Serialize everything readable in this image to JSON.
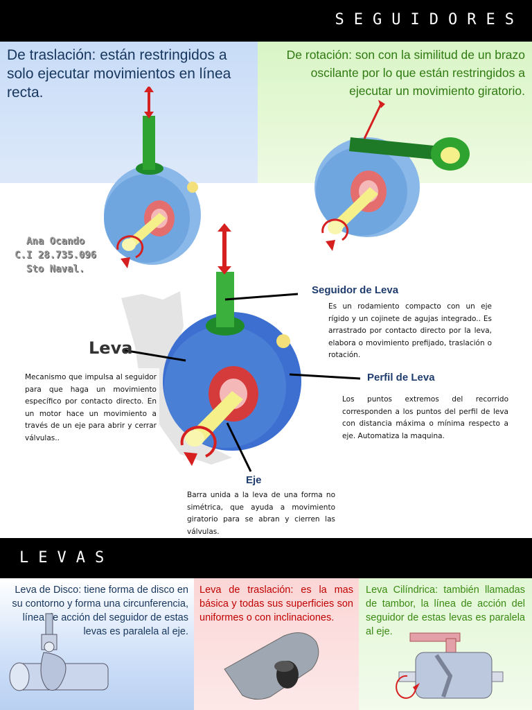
{
  "header": {
    "title": "SEGUIDORES"
  },
  "traslacion": {
    "text": "De traslación: están restringidos a solo ejecutar movimientos en línea recta."
  },
  "rotacion": {
    "text": "De rotación: son con la similitud de un brazo oscilante por lo que están restringidos a ejecutar un movimiento giratorio."
  },
  "author": {
    "line1": "Ana Ocando",
    "line2": "C.I 28.735.096",
    "line3": "Sto Naval."
  },
  "leva": {
    "label": "Leva",
    "description": "Mecanismo que impulsa al seguidor para que haga un movimiento específico por contacto directo. En un motor hace un movimiento a través de un eje para abrir y cerrar válvulas.."
  },
  "seguidor": {
    "title": "Seguidor de Leva",
    "description": "Es un rodamiento compacto con un eje rígido y un cojinete de agujas integrado.. Es arrastrado por contacto directo por la leva, elabora o movimiento prefijado, traslación o rotación."
  },
  "perfil": {
    "title": "Perfil de Leva",
    "description": "Los puntos extremos del recorrido corresponden a los puntos del perfil de leva con distancia máxima o mínima respecto a eje. Automatiza la maquina."
  },
  "eje": {
    "title": "Eje",
    "description": "Barra unida a la leva de una forma no simétrica, que ayuda a movimiento giratorio para se abran y cierren las válvulas."
  },
  "levas_header": {
    "title": "LEVAS"
  },
  "leva_disco": {
    "text": "Leva de Disco: tiene forma de disco en su contorno y forma una circunferencia, línea de acción del seguidor de estas levas es paralela al eje."
  },
  "leva_traslacion": {
    "text": "Leva de traslación: es la mas básica y todas sus superficies son uniformes o con inclinaciones."
  },
  "leva_cilindrica": {
    "text": "Leva Cilíndrica: también llamadas de tambor, la línea de acción del seguidor de estas levas es paralela al eje."
  },
  "colors": {
    "header_bg": "#000000",
    "translation_text": "#17365d",
    "rotation_text": "#2f7a12",
    "disk_text": "#17365d",
    "translation_cam_text": "#c00000",
    "cylindrical_text": "#3a8a12",
    "cam_blue": "#4a7fd6",
    "follower_green": "#2fa32f",
    "arrow_red": "#d62020",
    "shaft_yellow": "#f5f08a"
  }
}
